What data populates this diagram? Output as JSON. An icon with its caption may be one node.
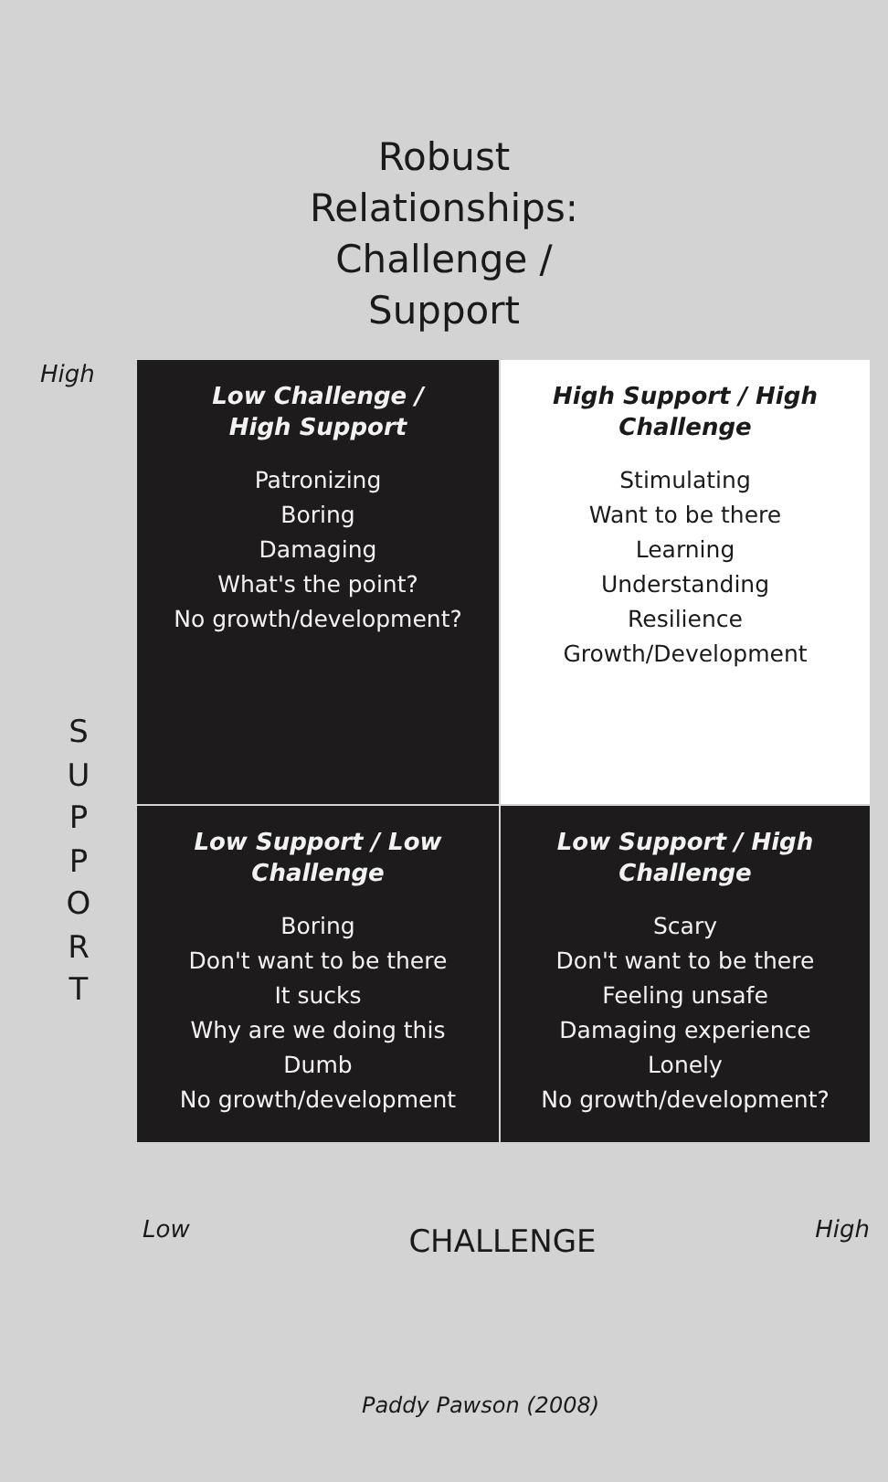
{
  "diagram": {
    "title": "Robust Relationships: Challenge / Support",
    "nodes": [
      {
        "text": [
          "Low Challenge / High Support",
          "Patronizing",
          "Boring",
          "Damaging",
          "What's the point?",
          "No growth/development?"
        ]
      },
      {
        "text": [
          "High Support / High Challenge",
          "Stimulating",
          "Want to be there",
          "Learning",
          "Understanding",
          "Resilience",
          "Growth/Development"
        ]
      },
      {
        "text": [
          "Low Support / Low Challenge",
          "Boring",
          "Don't want to be there",
          "It sucks",
          "Why are we doing this",
          "Dumb",
          "No growth/development"
        ]
      },
      {
        "text": [
          "Low Support / High Challenge",
          "Scary",
          "Don't want to be there",
          "Feeling unsafe",
          "Damaging experience",
          "Lonely",
          "No growth/development?"
        ]
      }
    ],
    "labels": [
      "High",
      "SUPPORT",
      "Low",
      "CHALLENGE",
      "High",
      "Paddy Pawson (2008)"
    ]
  }
}
